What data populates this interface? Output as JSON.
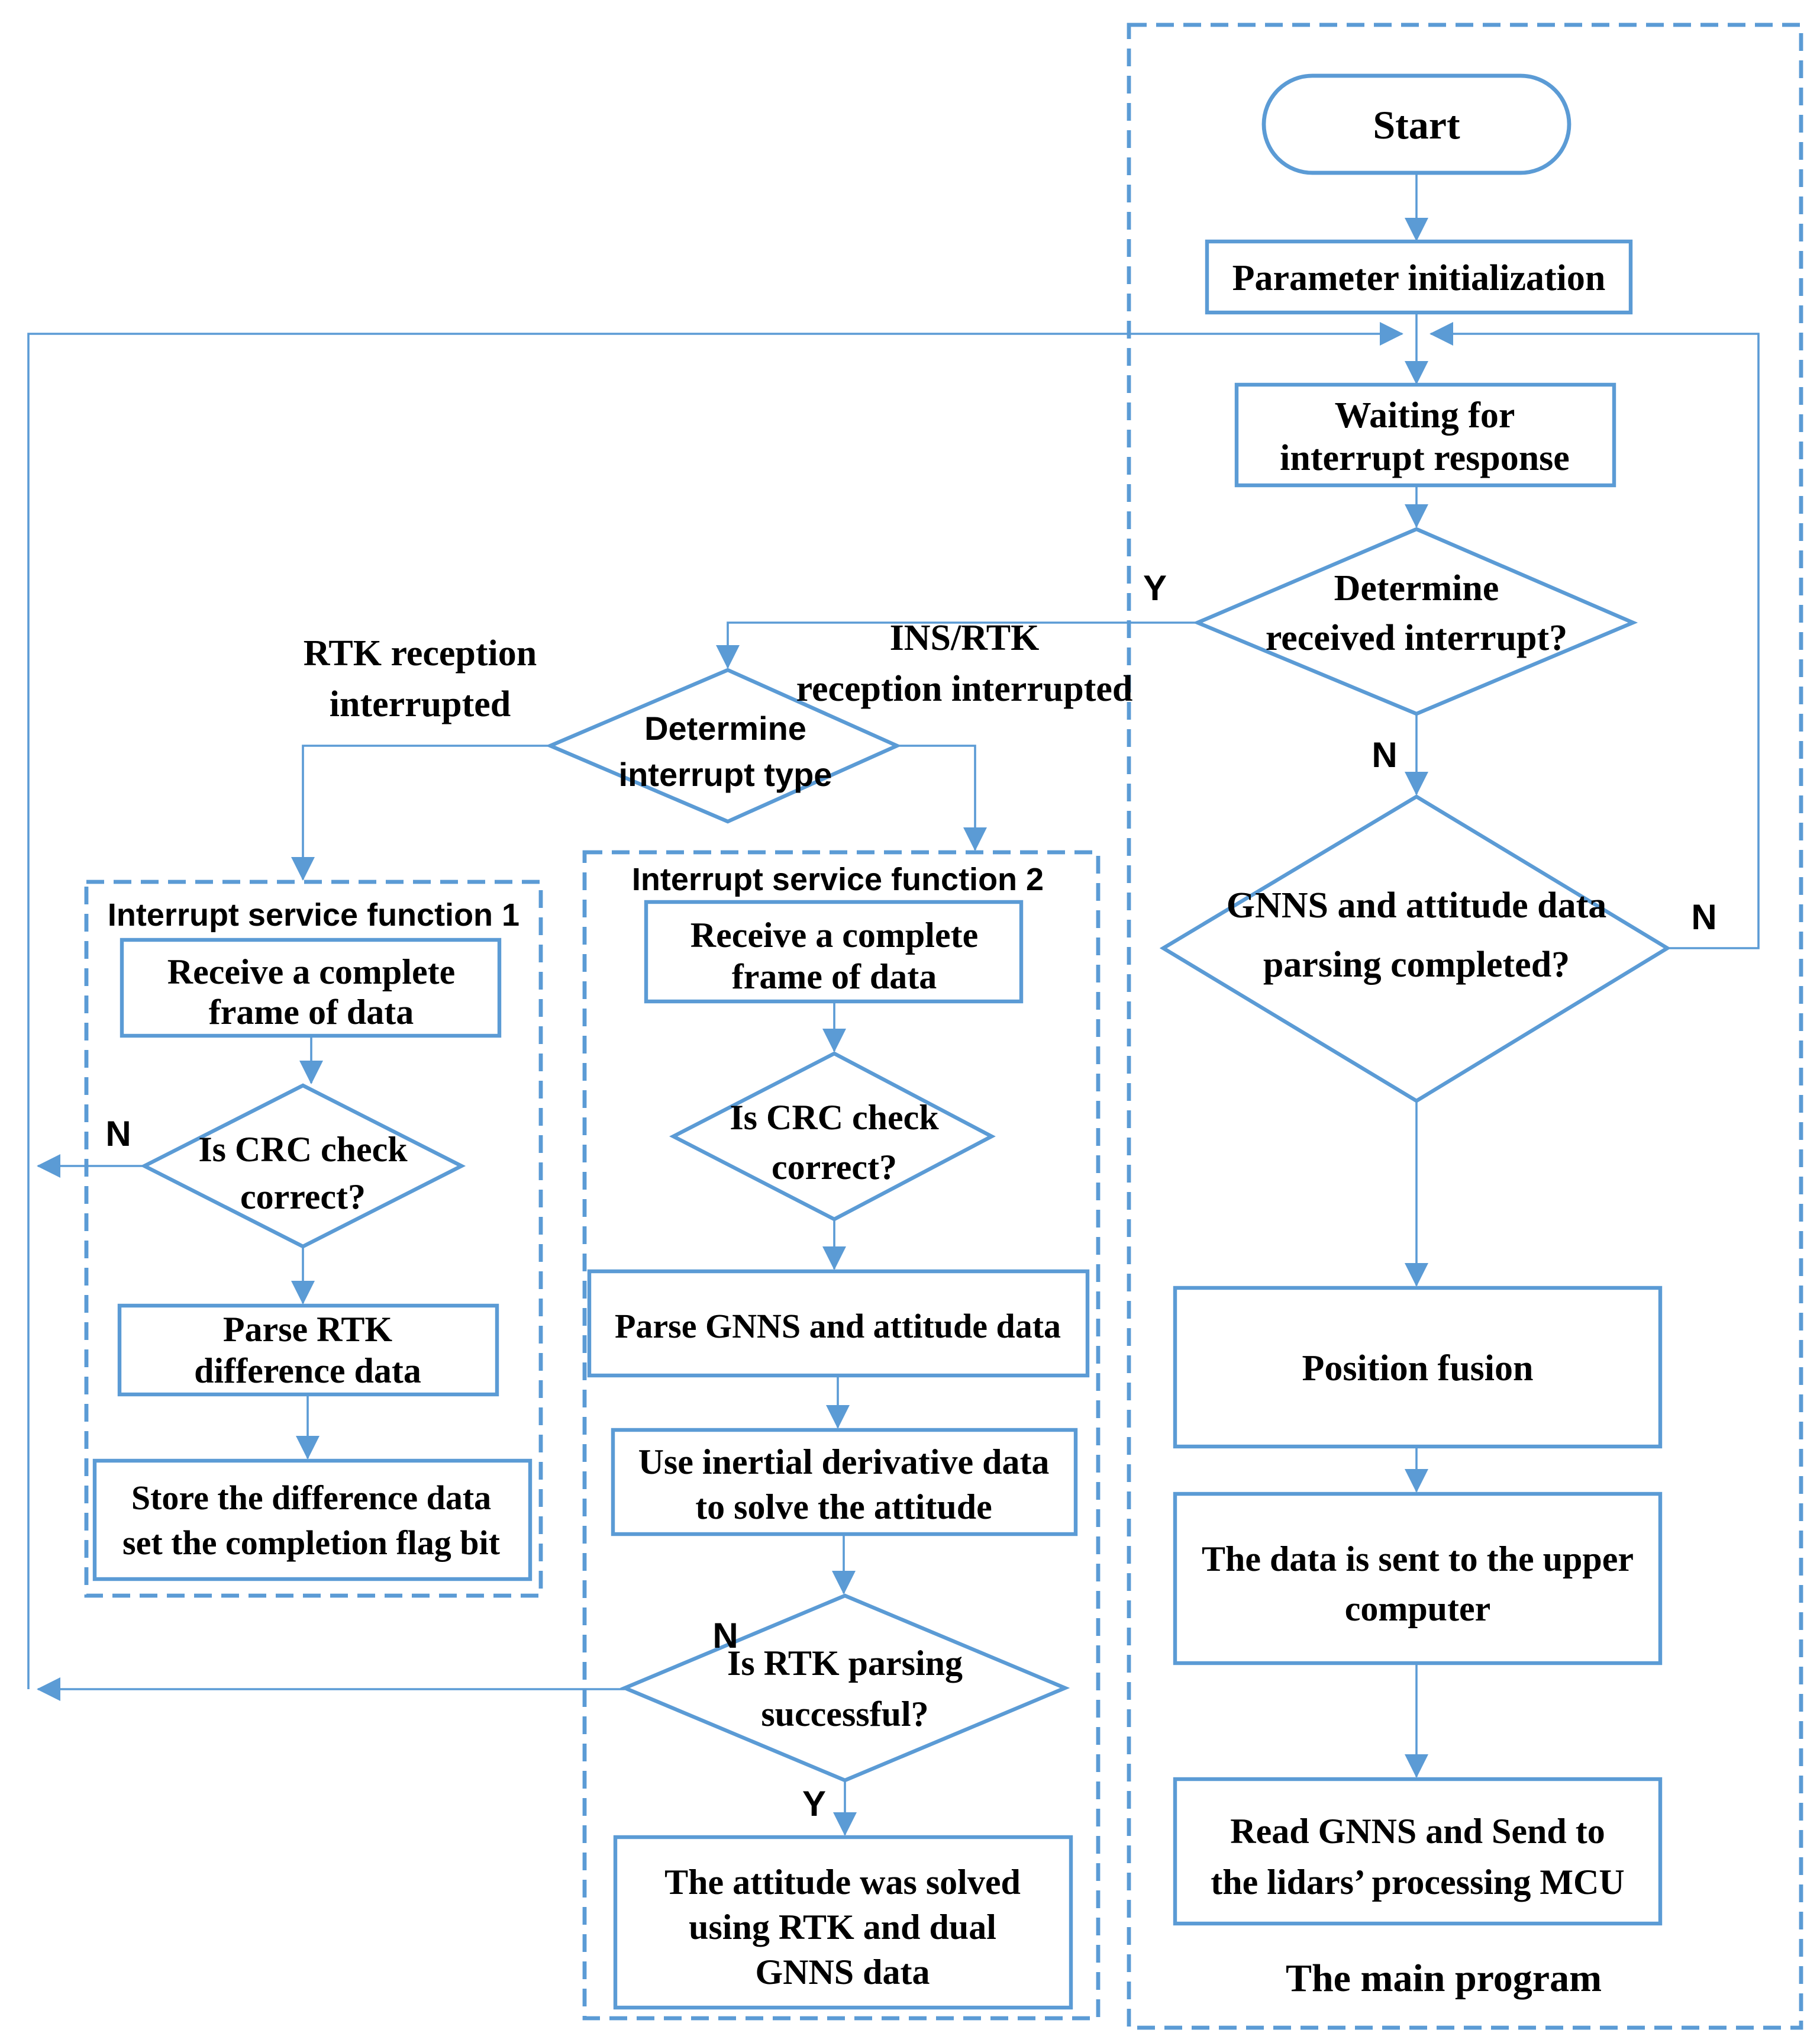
{
  "colors": {
    "accent": "#5b9bd5",
    "text": "#000000",
    "background": "#ffffff"
  },
  "main_program": {
    "section_label": "The main program",
    "start": "Start",
    "parameter_init": "Parameter initialization",
    "waiting": {
      "line1": "Waiting for",
      "line2": "interrupt response"
    },
    "determine_received": {
      "line1": "Determine",
      "line2": "received interrupt?"
    },
    "determine_received_yes": "Y",
    "determine_received_no": "N",
    "gnns_parsing": {
      "line1": "GNNS and attitude data",
      "line2": "parsing completed?"
    },
    "gnns_parsing_no": "N",
    "position_fusion": "Position fusion",
    "send_upper": {
      "line1": "The data is sent to the upper",
      "line2": "computer"
    },
    "read_gnns": {
      "line1": "Read GNNS and Send to",
      "line2": "the lidars’ processing MCU"
    }
  },
  "interrupt_dispatch": {
    "determine_type": {
      "line1": "Determine",
      "line2": "interrupt type"
    },
    "rtk_branch": {
      "line1": "RTK reception",
      "line2": "interrupted"
    },
    "ins_rtk_branch": {
      "line1": "INS/RTK",
      "line2": "reception interrupted"
    }
  },
  "isf1": {
    "section_label": "Interrupt service function 1",
    "receive": {
      "line1": "Receive a complete",
      "line2": "frame of data"
    },
    "crc_check": {
      "line1": "Is CRC check",
      "line2": "correct?"
    },
    "crc_no": "N",
    "parse": {
      "line1": "Parse RTK",
      "line2": "difference data"
    },
    "store": {
      "line1": "Store the difference data",
      "line2": "set the completion flag bit"
    }
  },
  "isf2": {
    "section_label": "Interrupt service function 2",
    "receive": {
      "line1": "Receive a complete",
      "line2": "frame of data"
    },
    "crc_check": {
      "line1": "Is CRC check",
      "line2": "correct?"
    },
    "parse_gnns": "Parse GNNS and attitude data",
    "inertial": {
      "line1": "Use inertial derivative data",
      "line2": "to solve the attitude"
    },
    "rtk_parsing": {
      "line1": "Is RTK parsing",
      "line2": "successful?"
    },
    "rtk_no": "N",
    "rtk_yes": "Y",
    "attitude": {
      "line1": "The attitude was solved",
      "line2": "using RTK and dual",
      "line3": "GNNS data"
    }
  }
}
